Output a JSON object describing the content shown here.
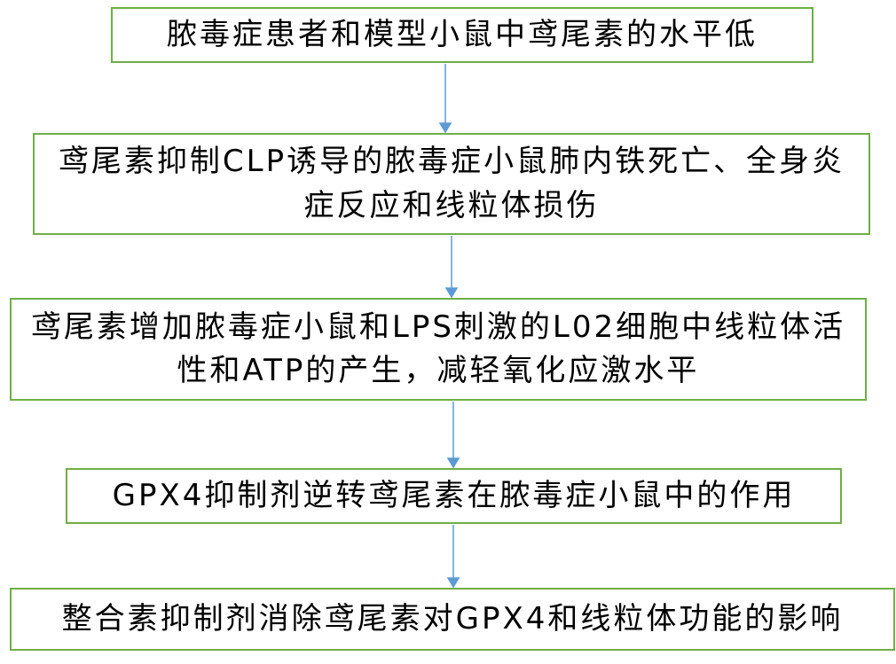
{
  "flow": {
    "steps": [
      {
        "text": "脓毒症患者和模型小鼠中鸢尾素的水平低"
      },
      {
        "text": "鸢尾素抑制CLP诱导的脓毒症小鼠肺内铁死亡、全身炎症反应和线粒体损伤"
      },
      {
        "text": "鸢尾素增加脓毒症小鼠和LPS刺激的L02细胞中线粒体活性和ATP的产生，减轻氧化应激水平"
      },
      {
        "text": "GPX4抑制剂逆转鸢尾素在脓毒症小鼠中的作用"
      },
      {
        "text": "整合素抑制剂消除鸢尾素对GPX4和线粒体功能的影响"
      }
    ]
  },
  "colors": {
    "box_border": "#70ad47",
    "arrow": "#5b9bd5",
    "text": "#000000"
  }
}
